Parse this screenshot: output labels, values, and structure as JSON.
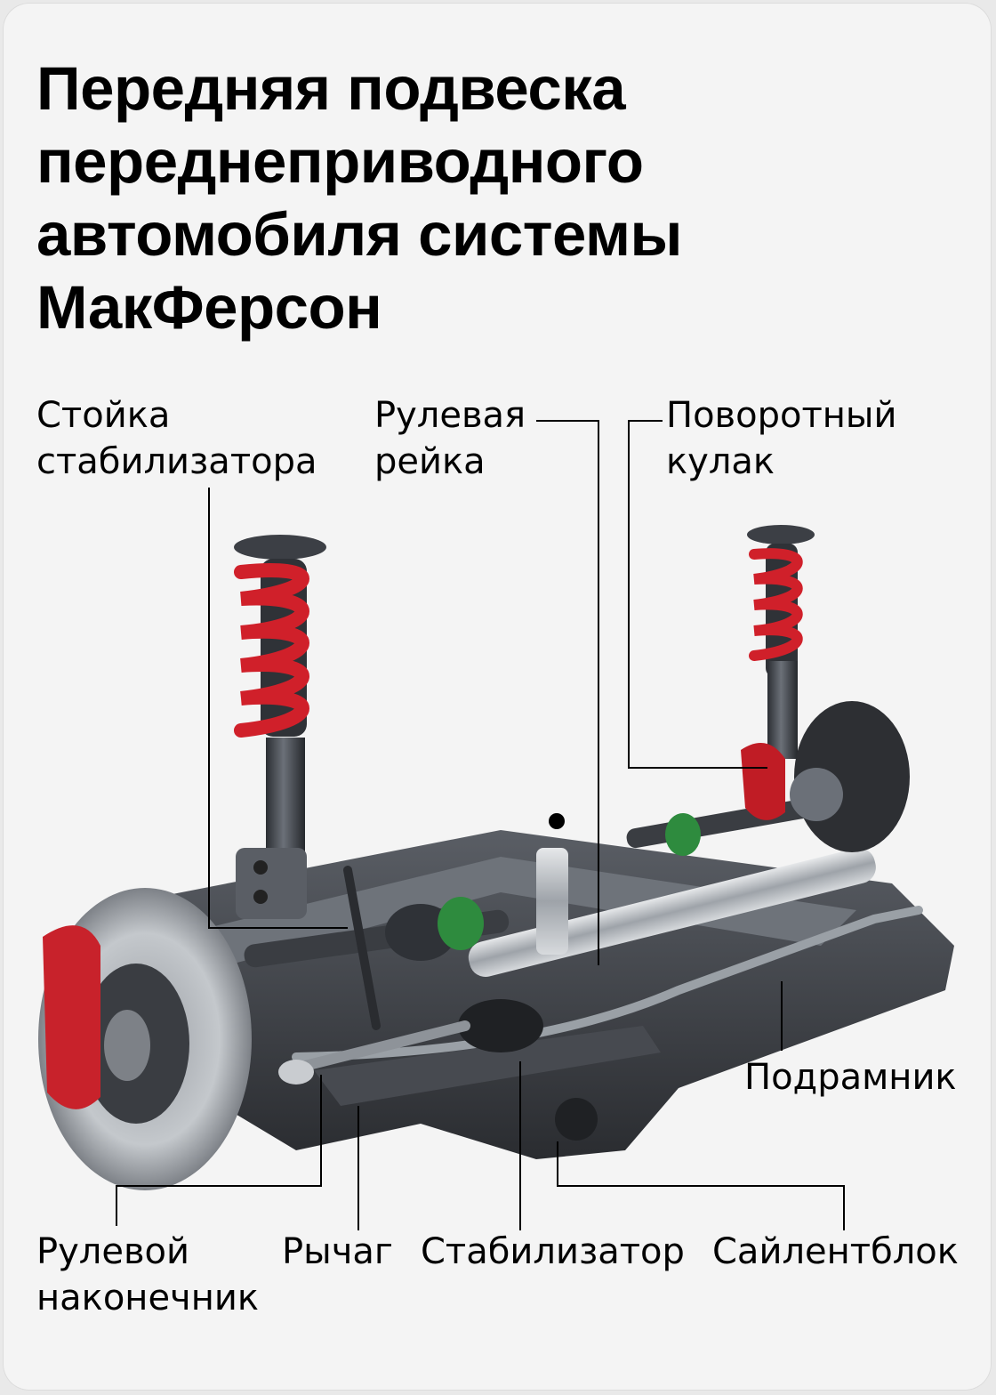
{
  "title": {
    "line1": "Передняя подвеска",
    "line2": "переднеприводного",
    "line3": "автомобиля системы",
    "line4": "МакФерсон"
  },
  "labels": {
    "stabilizer_link": {
      "line1": "Стойка",
      "line2": "стабилизатора"
    },
    "steering_rack": {
      "line1": "Рулевая",
      "line2": "рейка"
    },
    "steering_knuckle": {
      "line1": "Поворотный",
      "line2": "кулак"
    },
    "subframe": {
      "line1": "Подрамник"
    },
    "tie_rod_end": {
      "line1": "Рулевой",
      "line2": "наконечник"
    },
    "control_arm": {
      "line1": "Рычаг"
    },
    "stabilizer_bar": {
      "line1": "Стабилизатор"
    },
    "silent_block": {
      "line1": "Сайлентблок"
    }
  },
  "colors": {
    "background": "#f4f4f4",
    "text": "#000000",
    "spring_red": "#d0202a",
    "boot_green": "#2e8b3e",
    "metal_dark": "#3c3f45",
    "metal_light": "#b8bcc2"
  }
}
